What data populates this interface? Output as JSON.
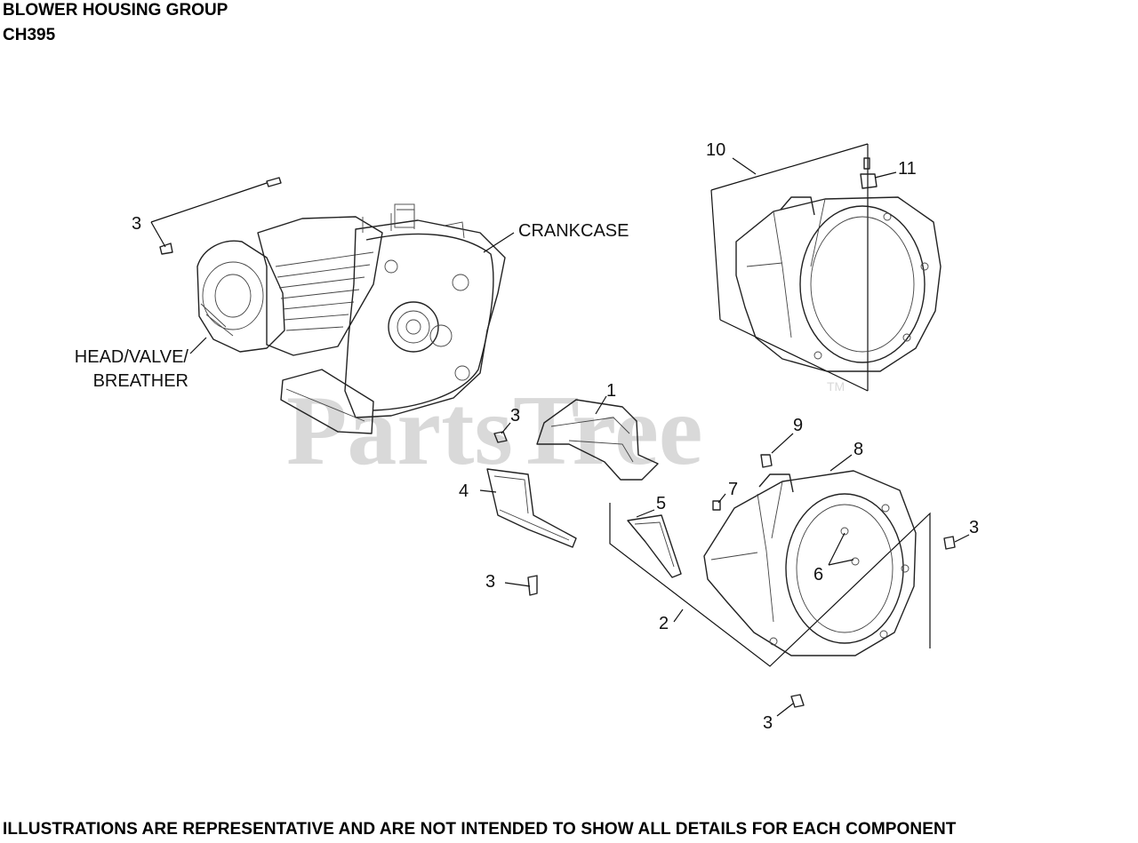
{
  "header": {
    "title": "BLOWER HOUSING GROUP",
    "model": "CH395"
  },
  "watermark": {
    "text": "PartsTree",
    "trademark": "TM"
  },
  "callouts": {
    "c1": "1",
    "c2": "2",
    "c3a": "3",
    "c3b": "3",
    "c3c": "3",
    "c3d": "3",
    "c3e": "3",
    "c4": "4",
    "c5": "5",
    "c6": "6",
    "c7": "7",
    "c8": "8",
    "c9": "9",
    "c10": "10",
    "c11": "11"
  },
  "labels": {
    "crankcase": "CRANKCASE",
    "head_line1": "HEAD/VALVE/",
    "head_line2": "BREATHER"
  },
  "footer": {
    "disclaimer": "ILLUSTRATIONS ARE REPRESENTATIVE AND ARE NOT INTENDED TO SHOW ALL DETAILS FOR EACH COMPONENT"
  }
}
